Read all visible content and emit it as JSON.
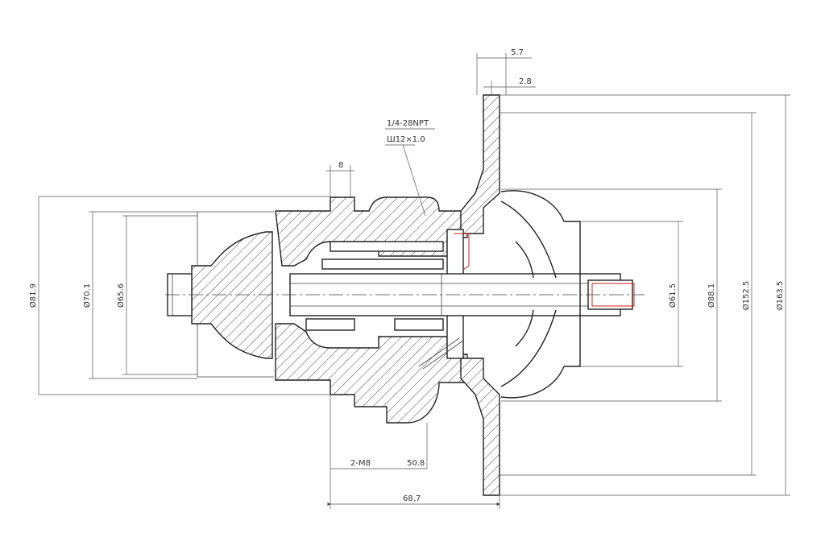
{
  "drawing": {
    "callouts": {
      "thread": "1/4-28NPT",
      "oring": "Ш12×1.0",
      "bolts": "2-M8",
      "bolt_dia": "50.8"
    },
    "dimensions": {
      "top_width": "5.7",
      "top_flange": "2.8",
      "left_groove": "8",
      "overall_length": "68.7",
      "d_left_outer": "Ø81.9",
      "d_left_mid": "Ø70.1",
      "d_left_inner": "Ø65.6",
      "d_right_1": "Ø61.5",
      "d_right_2": "Ø88.1",
      "d_right_3": "Ø152.5",
      "d_right_4": "Ø163.5"
    }
  }
}
